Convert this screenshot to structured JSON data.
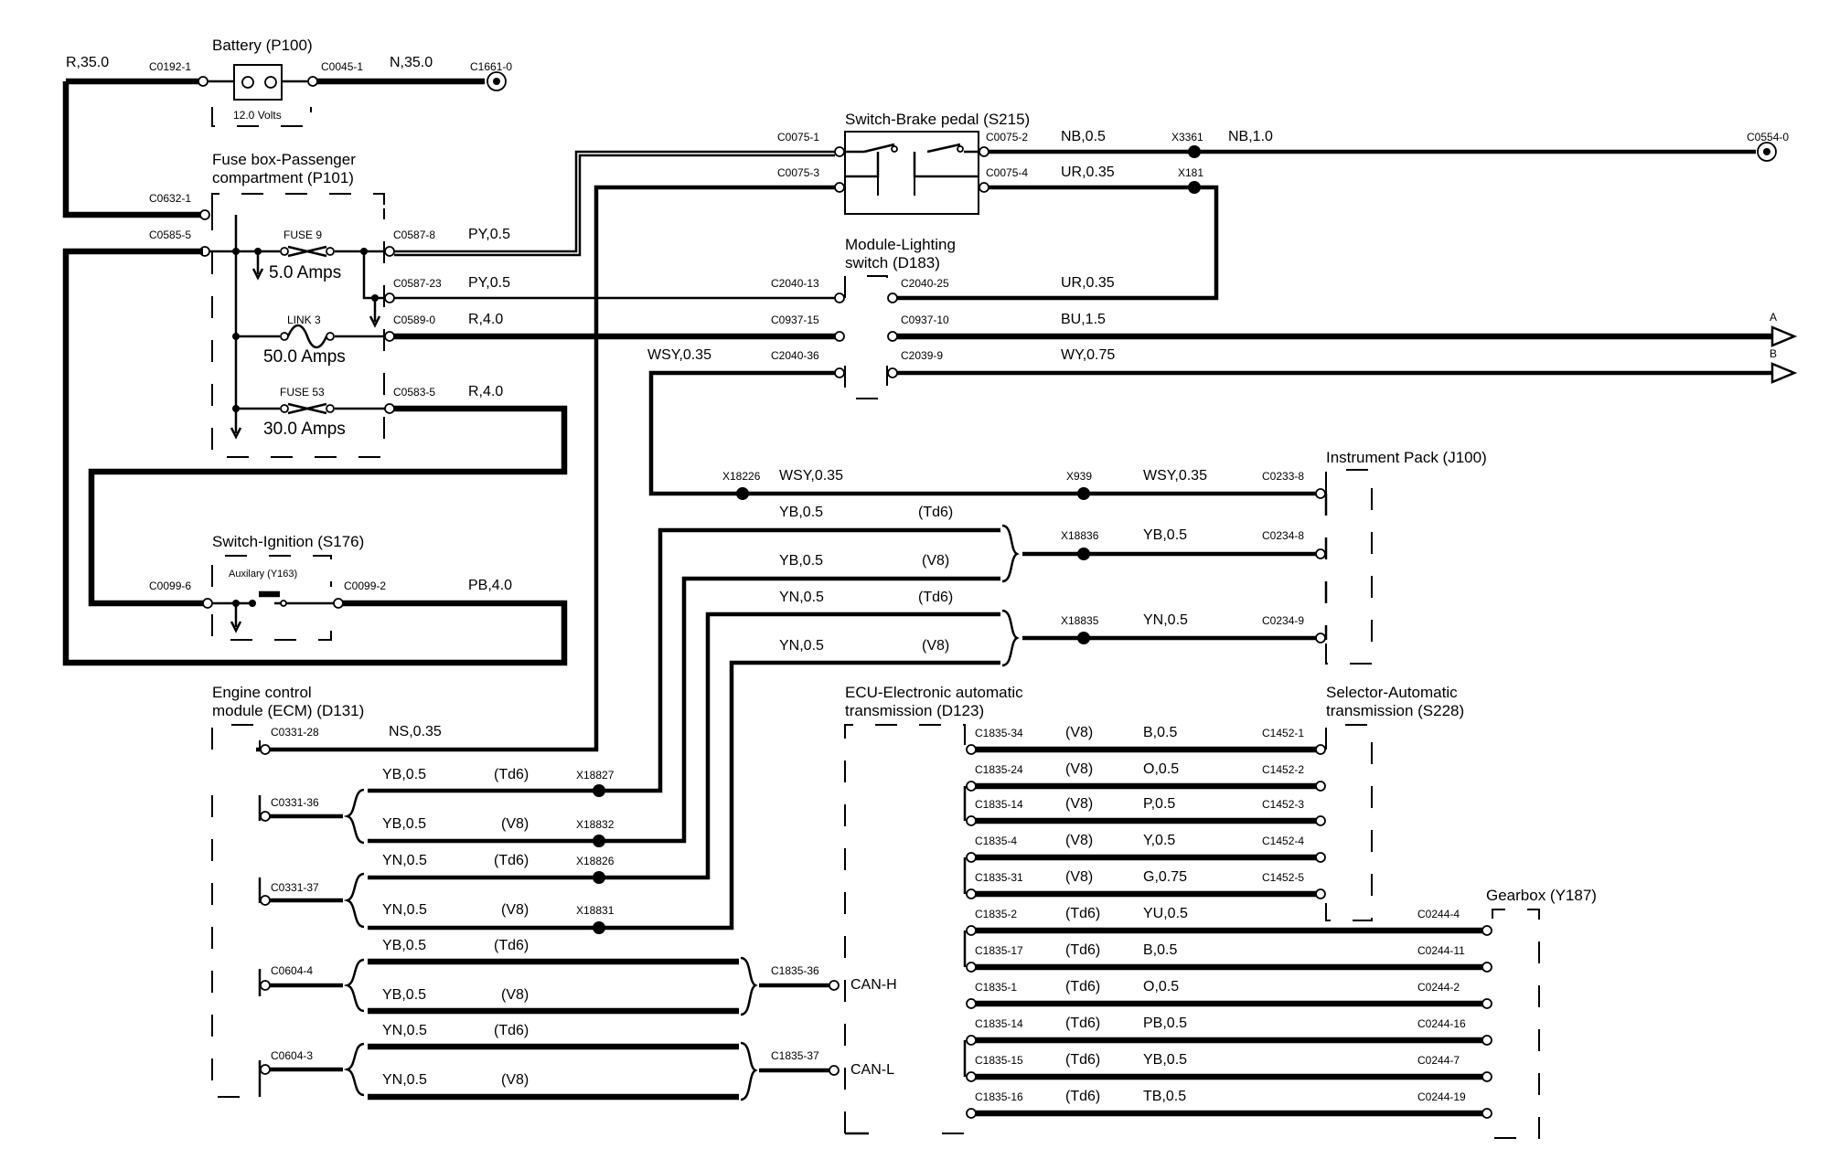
{
  "components": {
    "battery": "Battery (P100)",
    "battery_voltage": "12.0 Volts",
    "fuse_box_l1": "Fuse box-Passenger",
    "fuse_box_l2": "compartment (P101)",
    "brake_switch": "Switch-Brake pedal (S215)",
    "lighting_l1": "Module-Lighting",
    "lighting_l2": "switch (D183)",
    "ignition": "Switch-Ignition (S176)",
    "auxiliary": "Auxilary (Y163)",
    "ecm_l1": "Engine control",
    "ecm_l2": "module (ECM) (D131)",
    "ecu_l1": "ECU-Electronic automatic",
    "ecu_l2": "transmission (D123)",
    "instrument": "Instrument Pack (J100)",
    "selector_l1": "Selector-Automatic",
    "selector_l2": "transmission (S228)",
    "gearbox": "Gearbox (Y187)"
  },
  "fuses": {
    "fuse9": "FUSE 9",
    "fuse9_rating": "5.0 Amps",
    "link3": "LINK 3",
    "link3_rating": "50.0 Amps",
    "fuse53": "FUSE 53",
    "fuse53_rating": "30.0 Amps"
  },
  "connectors": {
    "c0192_1": "C0192-1",
    "c0045_1": "C0045-1",
    "c1661_0": "C1661-0",
    "c0632_1": "C0632-1",
    "c0585_5": "C0585-5",
    "c0587_8": "C0587-8",
    "c0587_23": "C0587-23",
    "c0589_0": "C0589-0",
    "c0583_5": "C0583-5",
    "c0075_1": "C0075-1",
    "c0075_3": "C0075-3",
    "c0075_2": "C0075-2",
    "c0075_4": "C0075-4",
    "x3361": "X3361",
    "x181": "X181",
    "c0554_0": "C0554-0",
    "c2040_13": "C2040-13",
    "c2040_25": "C2040-25",
    "c0937_15": "C0937-15",
    "c0937_10": "C0937-10",
    "c2040_36": "C2040-36",
    "c2039_9": "C2039-9",
    "x18226": "X18226",
    "x939": "X939",
    "c0233_8": "C0233-8",
    "x18836": "X18836",
    "c0234_8": "C0234-8",
    "x18835": "X18835",
    "c0234_9": "C0234-9",
    "c0099_6": "C0099-6",
    "c0099_2": "C0099-2",
    "c0331_28": "C0331-28",
    "c0331_36": "C0331-36",
    "c0331_37": "C0331-37",
    "c0604_4": "C0604-4",
    "c0604_3": "C0604-3",
    "x18827": "X18827",
    "x18832": "X18832",
    "x18826": "X18826",
    "x18831": "X18831",
    "c1835_36": "C1835-36",
    "c1835_37": "C1835-37",
    "can_h": "CAN-H",
    "can_l": "CAN-L",
    "arrow_a": "A",
    "arrow_b": "B"
  },
  "wires": {
    "r35": "R,35.0",
    "n35": "N,35.0",
    "py05": "PY,0.5",
    "r40": "R,4.0",
    "nb05": "NB,0.5",
    "nb10": "NB,1.0",
    "ur035": "UR,0.35",
    "bu15": "BU,1.5",
    "wsy035": "WSY,0.35",
    "wy075": "WY,0.75",
    "yb05": "YB,0.5",
    "yn05": "YN,0.5",
    "pb40": "PB,4.0",
    "ns035": "NS,0.35",
    "td6": "(Td6)",
    "v8": "(V8)"
  },
  "selector_rows": [
    {
      "from": "C1835-34",
      "variant": "(V8)",
      "wire": "B,0.5",
      "to": "C1452-1"
    },
    {
      "from": "C1835-24",
      "variant": "(V8)",
      "wire": "O,0.5",
      "to": "C1452-2"
    },
    {
      "from": "C1835-14",
      "variant": "(V8)",
      "wire": "P,0.5",
      "to": "C1452-3"
    },
    {
      "from": "C1835-4",
      "variant": "(V8)",
      "wire": "Y,0.5",
      "to": "C1452-4"
    },
    {
      "from": "C1835-31",
      "variant": "(V8)",
      "wire": "G,0.75",
      "to": "C1452-5"
    }
  ],
  "gearbox_rows": [
    {
      "from": "C1835-2",
      "variant": "(Td6)",
      "wire": "YU,0.5",
      "to": "C0244-4"
    },
    {
      "from": "C1835-17",
      "variant": "(Td6)",
      "wire": "B,0.5",
      "to": "C0244-11"
    },
    {
      "from": "C1835-1",
      "variant": "(Td6)",
      "wire": "O,0.5",
      "to": "C0244-2"
    },
    {
      "from": "C1835-14",
      "variant": "(Td6)",
      "wire": "PB,0.5",
      "to": "C0244-16"
    },
    {
      "from": "C1835-15",
      "variant": "(Td6)",
      "wire": "YB,0.5",
      "to": "C0244-7"
    },
    {
      "from": "C1835-16",
      "variant": "(Td6)",
      "wire": "TB,0.5",
      "to": "C0244-19"
    }
  ]
}
